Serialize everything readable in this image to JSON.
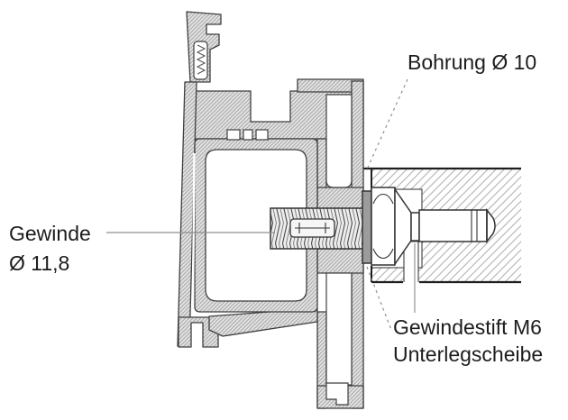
{
  "diagram": {
    "kind": "technical-section-drawing",
    "language": "de",
    "labels": {
      "bohrung": "Bohrung Ø 10",
      "gewinde_name": "Gewinde",
      "gewinde_dia": "Ø 11,8",
      "gewindestift": "Gewindestift M6",
      "unterlegscheibe": "Unterlegscheibe"
    },
    "components": [
      "aluminium-profile-section",
      "mounting-wall-section",
      "threaded-stud",
      "washer",
      "hex-collar",
      "pin-shank",
      "set-screw-bore"
    ],
    "colors": {
      "background": "#ffffff",
      "outline": "#3f3f3f",
      "profile_hatch_bg": "#e2e2e2",
      "profile_hatch_line": "#9a9a9a",
      "wall_hatch_line": "#b2b2b2",
      "washer_fill": "#9c9c9c",
      "leader_line": "#8f8f8f",
      "text": "#1c1c1c"
    }
  }
}
